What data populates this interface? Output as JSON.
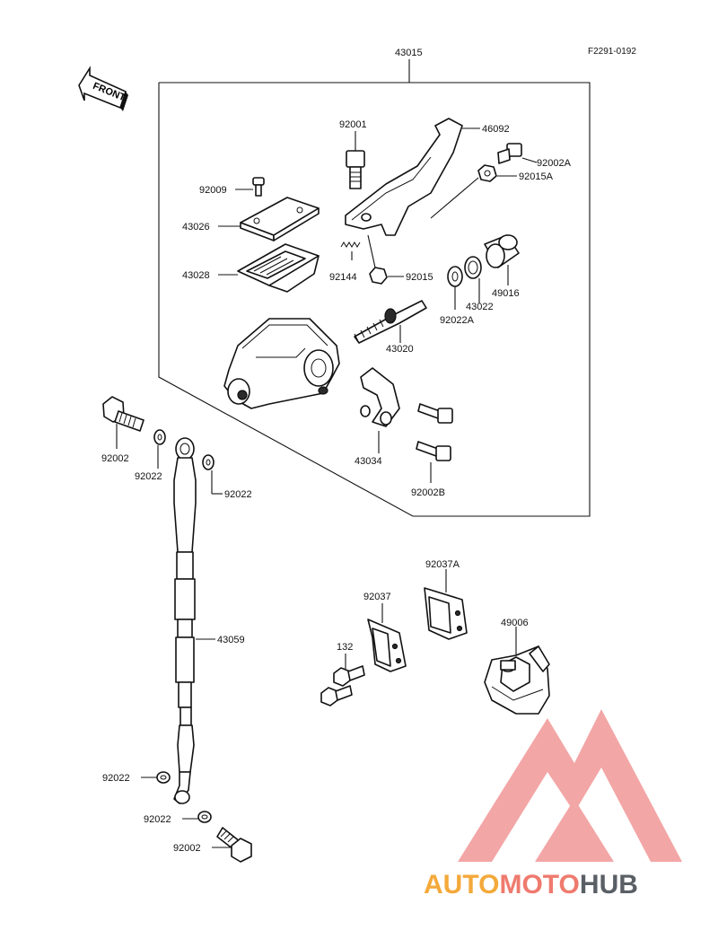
{
  "figure_ref": "F2291-0192",
  "front_label": "FRONT",
  "assembly_label": "43015",
  "parts": {
    "p92001": "92001",
    "p46092": "46092",
    "p92002A": "92002A",
    "p92015A": "92015A",
    "p92009": "92009",
    "p43026": "43026",
    "p43028": "43028",
    "p92144": "92144",
    "p92015": "92015",
    "p49016": "49016",
    "p43022": "43022",
    "p92022A": "92022A",
    "p43020": "43020",
    "p43034": "43034",
    "p92002B": "92002B",
    "p92002_top": "92002",
    "p92022_a": "92022",
    "p92022_b": "92022",
    "p43059": "43059",
    "p92022_c": "92022",
    "p92022_d": "92022",
    "p92002_bottom": "92002",
    "p92037A": "92037A",
    "p92037": "92037",
    "p132": "132",
    "p49006": "49006"
  },
  "watermark": {
    "part1": "AUTO",
    "part2": "MOTO",
    "part3": "HUB",
    "color1": "#f4a93a",
    "color2": "#ef7a6e",
    "color3": "#5a5f66"
  }
}
